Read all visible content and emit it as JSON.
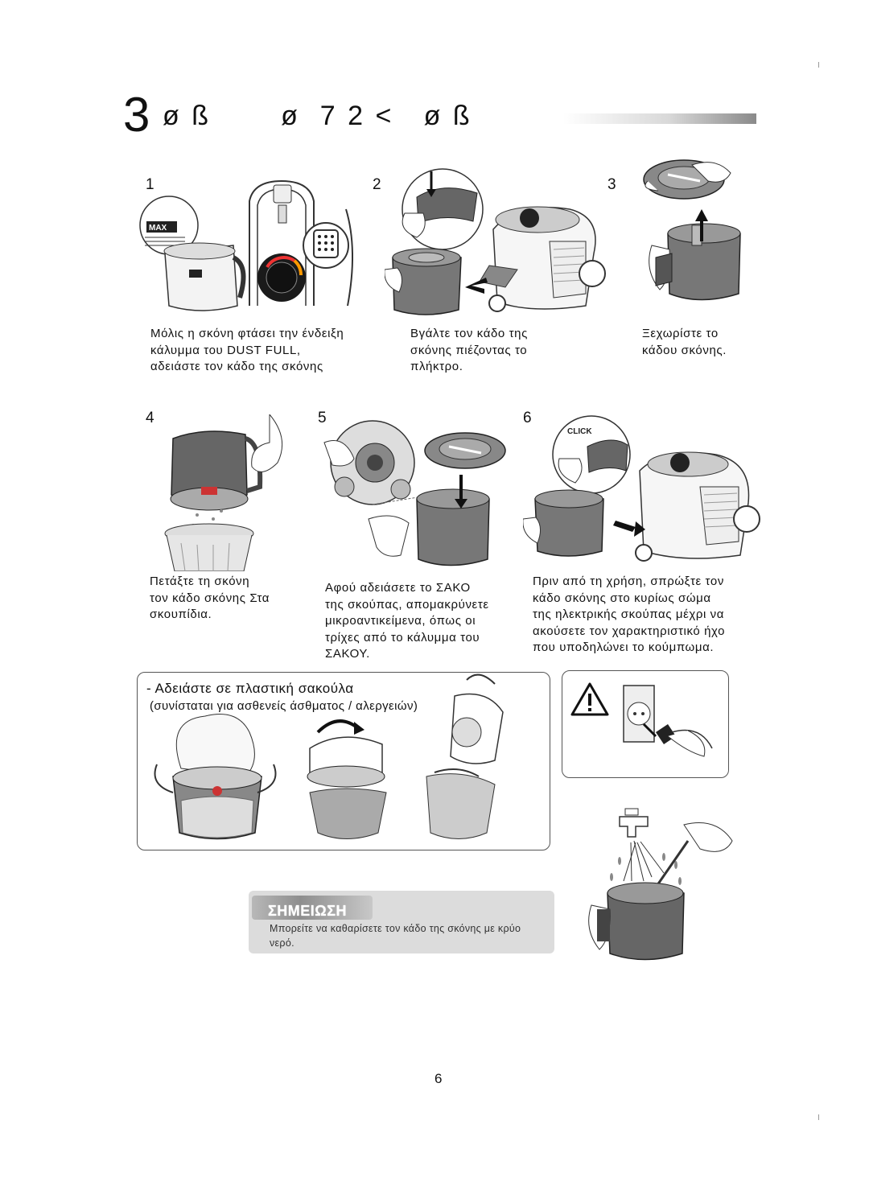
{
  "header": {
    "section_number": "3",
    "title": "ø ß       ø  7 2 <   ø ß"
  },
  "steps": [
    {
      "number": "1",
      "caption": "Μόλις η σκόνη φτάσει την ένδειξη\nκάλυμμα του DUST FULL,\nαδειάστε τον κάδο της σκόνης",
      "icon": "dust-bin-max-icon",
      "indicator_label": "MAX"
    },
    {
      "number": "2",
      "caption": "Βγάλτε τον κάδο της\nσκόνης πιέζοντας το\nπλήκτρο.",
      "icon": "press-button-remove-bin-icon"
    },
    {
      "number": "3",
      "caption": "Ξεχωρίστε το\nκάδου σκόνης.",
      "icon": "separate-bin-icon"
    },
    {
      "number": "4",
      "caption": "Πετάξτε τη σκόνη\nτον κάδο σκόνης Στα\nσκουπίδια.",
      "icon": "empty-into-trash-icon"
    },
    {
      "number": "5",
      "caption": "Αφού αδειάσετε το ΣΑΚΟ\nτης σκούπας, απομακρύνετε\nμικροαντικείμενα, όπως οι\nτρίχες από το κάλυμμα του\nΣΑΚΟΥ.",
      "icon": "clean-filter-cover-icon"
    },
    {
      "number": "6",
      "caption": "Πριν από τη χρήση, σπρώξτε τον\nκάδο σκόνης στο κυρίως σώμα\nτης ηλεκτρικής σκούπας μέχρι να\nακούσετε τον χαρακτηριστικό ήχο\nπου υποδηλώνει το κούμπωμα.",
      "icon": "reinsert-bin-icon",
      "callout": "CLICK"
    }
  ],
  "plastic_bag": {
    "title": "- Αδειάστε σε πλαστική σακούλα",
    "subtitle": "(συνίσταται για ασθενείς άσθματος / αλεργειών)"
  },
  "warning": {
    "icon": "warning-unplug-icon"
  },
  "note": {
    "title": "ΣΗΜΕΙΩΣΗ",
    "text": "Μπορείτε να καθαρίσετε τον κάδο της σκόνης με κρύο νερό."
  },
  "page_number": "6"
}
